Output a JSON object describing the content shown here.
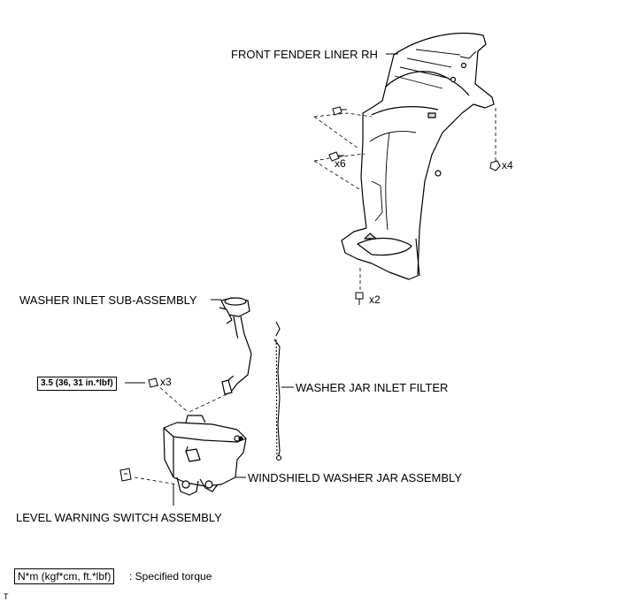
{
  "labels": {
    "front_fender_liner": "FRONT FENDER LINER RH",
    "washer_inlet": "WASHER INLET SUB-ASSEMBLY",
    "washer_jar_inlet_filter": "WASHER JAR INLET FILTER",
    "windshield_washer_jar": "WINDSHIELD WASHER JAR ASSEMBLY",
    "level_warning_switch": "LEVEL WARNING SWITCH ASSEMBLY"
  },
  "quantities": {
    "liner_bolts": "x6",
    "liner_clips": "x4",
    "liner_lower": "x2",
    "jar_bolts": "x3"
  },
  "torque": "3.5 (36, 31 in.*lbf)",
  "legend": {
    "units": "N*m (kgf*cm, ft.*lbf)",
    "description": ": Specified torque"
  },
  "corner_mark": "T",
  "colors": {
    "line": "#000000",
    "fill": "#ffffff",
    "shade": "#d9d9d9"
  }
}
